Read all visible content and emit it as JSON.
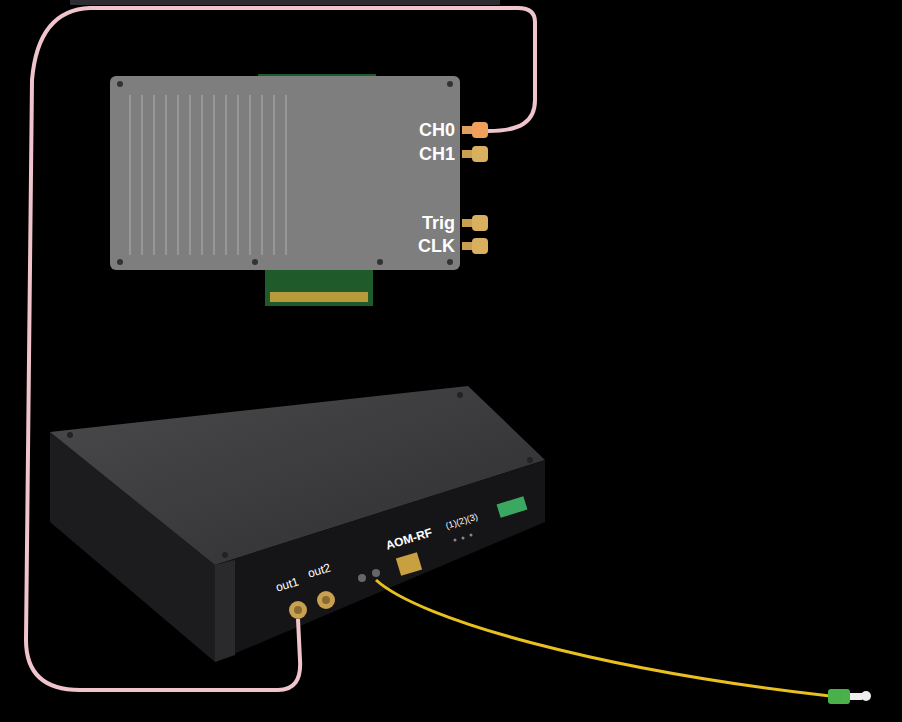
{
  "diagram": {
    "labels": [
      "CH0",
      "CH1",
      "Trig",
      "CLK",
      "out1",
      "out2",
      "AOM-RF",
      "(1)(2)(3)"
    ]
  }
}
